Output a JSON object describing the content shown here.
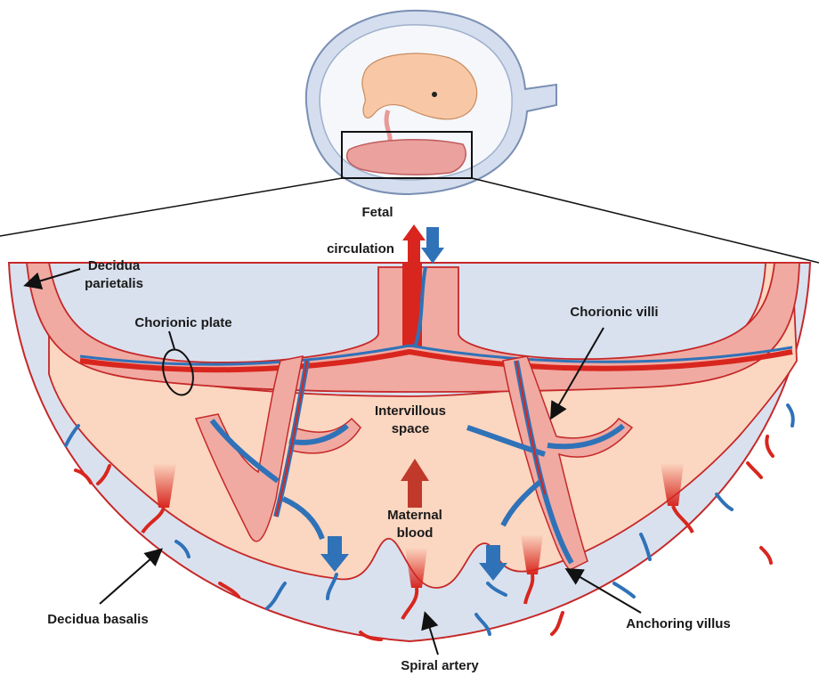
{
  "labels": {
    "fetal_circulation_1": "Fetal",
    "fetal_circulation_2": "circulation",
    "decidua_parietalis_1": "Decidua",
    "decidua_parietalis_2": "parietalis",
    "chorionic_plate": "Chorionic plate",
    "chorionic_villi": "Chorionic villi",
    "intervillous_space_1": "Intervillous",
    "intervillous_space_2": "space",
    "maternal_blood_1": "Maternal",
    "maternal_blood_2": "blood",
    "decidua_basalis": "Decidua basalis",
    "anchoring_villus": "Anchoring villus",
    "spiral_artery": "Spiral artery"
  },
  "colors": {
    "decidua": "#d9e1ef",
    "intervillous": "#fbd6c0",
    "villus_tissue": "#f0aaa2",
    "artery": "#d8261e",
    "vein": "#2f72b8",
    "outline": "#c62828",
    "embryo": "#f8c8a6",
    "sac": "#d4deee"
  }
}
